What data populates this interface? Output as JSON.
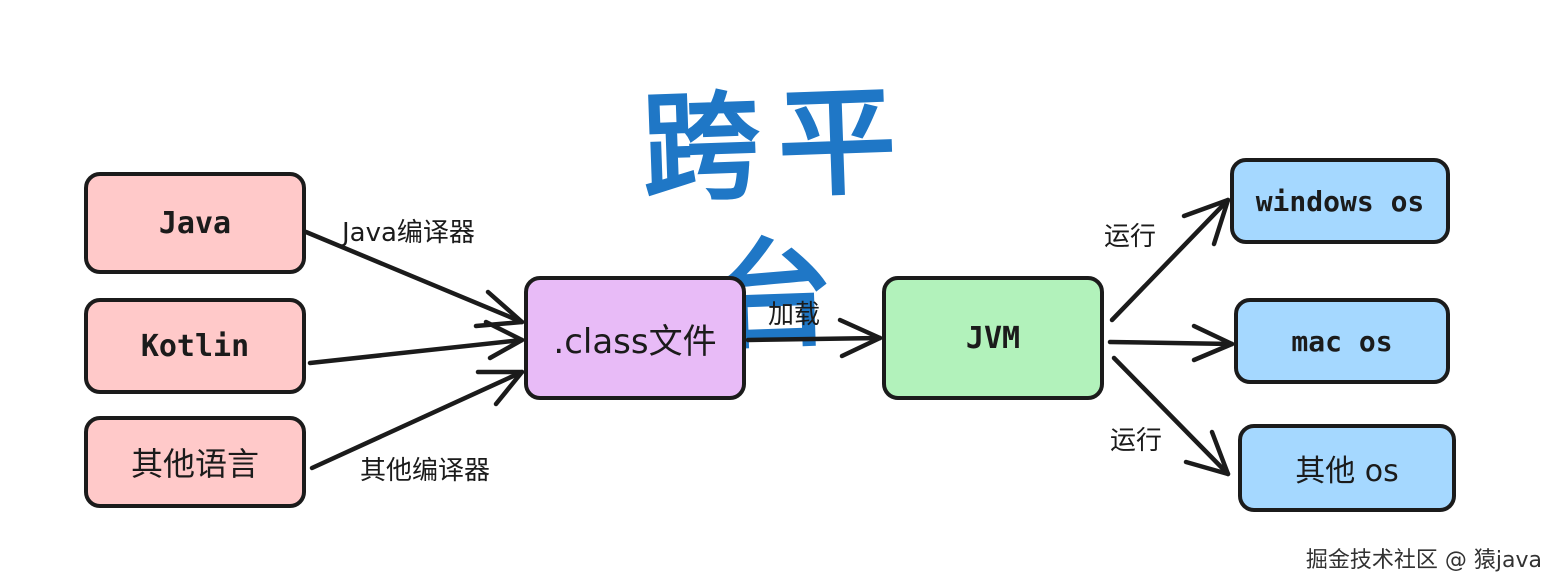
{
  "title": "跨平台",
  "sources": [
    {
      "id": "java",
      "label": "Java"
    },
    {
      "id": "kotlin",
      "label": "Kotlin"
    },
    {
      "id": "other-lang",
      "label": "其他语言"
    }
  ],
  "class_file": {
    "label": ".class文件"
  },
  "jvm": {
    "label": "JVM"
  },
  "targets": [
    {
      "id": "windows",
      "label": "windows os"
    },
    {
      "id": "mac",
      "label": "mac os"
    },
    {
      "id": "other-os",
      "label": "其他 os"
    }
  ],
  "edge_labels": {
    "java_compiler": "Java编译器",
    "other_compiler": "其他编译器",
    "load": "加载",
    "run_top": "运行",
    "run_bottom": "运行"
  },
  "colors": {
    "title": "#1f77c6",
    "source_fill": "#ffc9c9",
    "class_fill": "#e8bbf7",
    "jvm_fill": "#b2f2bb",
    "target_fill": "#a5d8ff",
    "stroke": "#1b1b1b"
  },
  "watermark": "掘金技术社区 @ 猿java"
}
